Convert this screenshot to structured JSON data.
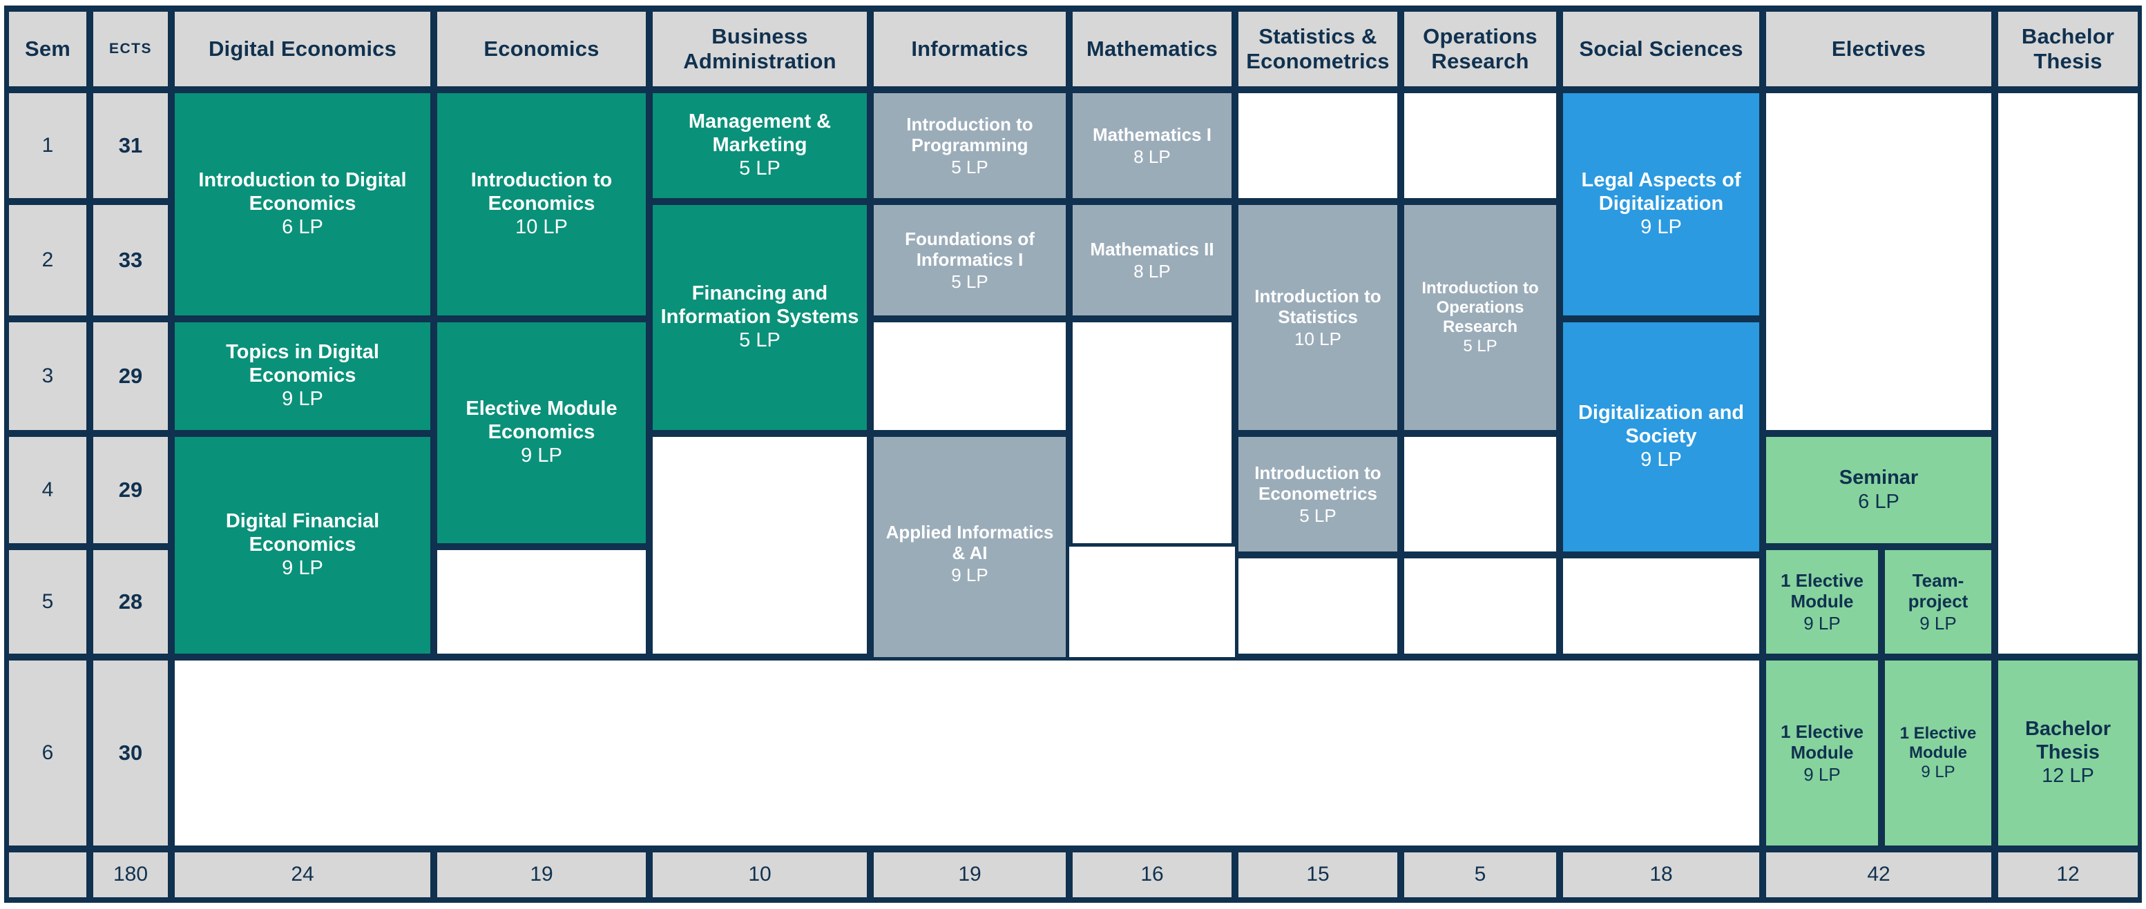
{
  "table": {
    "columns": [
      {
        "key": "sem",
        "label": "Sem"
      },
      {
        "key": "ects",
        "label": "ECTS"
      },
      {
        "key": "digecon",
        "label": "Digital Economics"
      },
      {
        "key": "econ",
        "label": "Economics"
      },
      {
        "key": "ba",
        "label": "Business\nAdministration"
      },
      {
        "key": "inf",
        "label": "Informatics"
      },
      {
        "key": "math",
        "label": "Mathematics"
      },
      {
        "key": "stat",
        "label": "Statistics &\nEconometrics"
      },
      {
        "key": "or",
        "label": "Operations\nResearch"
      },
      {
        "key": "soc",
        "label": "Social Sciences"
      },
      {
        "key": "elect",
        "label": "Electives"
      },
      {
        "key": "thesis",
        "label": "Bachelor\nThesis"
      }
    ],
    "header": {
      "sem": "Sem",
      "ects": "ECTS",
      "digital_economics": "Digital Economics",
      "economics": "Economics",
      "business_administration_l1": "Business",
      "business_administration_l2": "Administration",
      "informatics": "Informatics",
      "mathematics": "Mathematics",
      "statistics_l1": "Statistics &",
      "statistics_l2": "Econometrics",
      "operations_research_l1": "Operations",
      "operations_research_l2": "Research",
      "social_sciences": "Social Sciences",
      "electives": "Electives",
      "bachelor_thesis_l1": "Bachelor",
      "bachelor_thesis_l2": "Thesis"
    },
    "semesters": [
      {
        "sem": "1",
        "ects": "31"
      },
      {
        "sem": "2",
        "ects": "33"
      },
      {
        "sem": "3",
        "ects": "29"
      },
      {
        "sem": "4",
        "ects": "29"
      },
      {
        "sem": "5",
        "ects": "28"
      },
      {
        "sem": "6",
        "ects": "30"
      }
    ],
    "totals": {
      "sem": "",
      "ects": "180",
      "digital_economics": "24",
      "economics": "19",
      "business_administration": "10",
      "informatics": "19",
      "mathematics": "16",
      "statistics": "15",
      "operations_research": "5",
      "social_sciences": "18",
      "electives": "42",
      "bachelor_thesis": "12"
    }
  },
  "modules": {
    "intro_digital_economics": {
      "title": "Introduction to Digital Economics",
      "lp": "6 LP",
      "color": "#0a9179"
    },
    "topics_digital_economics": {
      "title": "Topics in Digital Economics",
      "lp": "9 LP",
      "color": "#0a9179"
    },
    "digital_financial_economics": {
      "title": "Digital Financial Economics",
      "lp": "9 LP",
      "color": "#0a9179"
    },
    "intro_economics": {
      "title": "Introduction to Economics",
      "lp": "10 LP",
      "color": "#0a9179"
    },
    "elective_module_economics": {
      "title": "Elective Module Economics",
      "lp": "9 LP",
      "color": "#0a9179"
    },
    "management_marketing": {
      "title": "Management & Marketing",
      "lp": "5 LP",
      "color": "#0a9179"
    },
    "financing_information_systems": {
      "title": "Financing and Information Systems",
      "lp": "5 LP",
      "color": "#0a9179"
    },
    "intro_programming": {
      "title": "Introduction to Programming",
      "lp": "5 LP",
      "color": "#9bacb9"
    },
    "foundations_informatics_1": {
      "title": "Foundations of Informatics I",
      "lp": "5 LP",
      "color": "#9bacb9"
    },
    "applied_informatics_ai": {
      "title": "Applied Informatics & AI",
      "lp": "9 LP",
      "color": "#9bacb9"
    },
    "mathematics_1": {
      "title": "Mathematics I",
      "lp": "8 LP",
      "color": "#9bacb9"
    },
    "mathematics_2": {
      "title": "Mathematics II",
      "lp": "8 LP",
      "color": "#9bacb9"
    },
    "intro_statistics": {
      "title": "Introduction to Statistics",
      "lp": "10 LP",
      "color": "#9bacb9"
    },
    "intro_econometrics": {
      "title": "Introduction to Econometrics",
      "lp": "5 LP",
      "color": "#9bacb9"
    },
    "intro_operations_research": {
      "title": "Introduction to Operations Research",
      "lp": "5 LP",
      "color": "#9bacb9"
    },
    "legal_aspects": {
      "title": "Legal Aspects of Digitalization",
      "lp": "9 LP",
      "color": "#2b9ae0"
    },
    "digitalization_society": {
      "title": "Digitalization and Society",
      "lp": "9 LP",
      "color": "#2b9ae0"
    },
    "seminar": {
      "title": "Seminar",
      "lp": "6 LP",
      "color": "#86d39e"
    },
    "elective_module_1": {
      "title": "1 Elective Module",
      "lp": "9 LP",
      "color": "#86d39e"
    },
    "team_project": {
      "title": "Team-project",
      "lp": "9 LP",
      "color": "#86d39e"
    },
    "elective_module_2": {
      "title": "1 Elective Module",
      "lp": "9 LP",
      "color": "#86d39e"
    },
    "elective_module_3": {
      "title": "1 Elective Module",
      "lp": "9 LP",
      "color": "#86d39e"
    },
    "bachelor_thesis": {
      "title": "Bachelor Thesis",
      "lp": "12 LP",
      "color": "#86d39e"
    }
  },
  "legend_colors": {
    "teal": "#0a9179",
    "slate": "#9bacb9",
    "blue": "#2b9ae0",
    "green": "#86d39e",
    "chrome_gray": "#d7d7d7",
    "border_navy": "#10314f"
  }
}
